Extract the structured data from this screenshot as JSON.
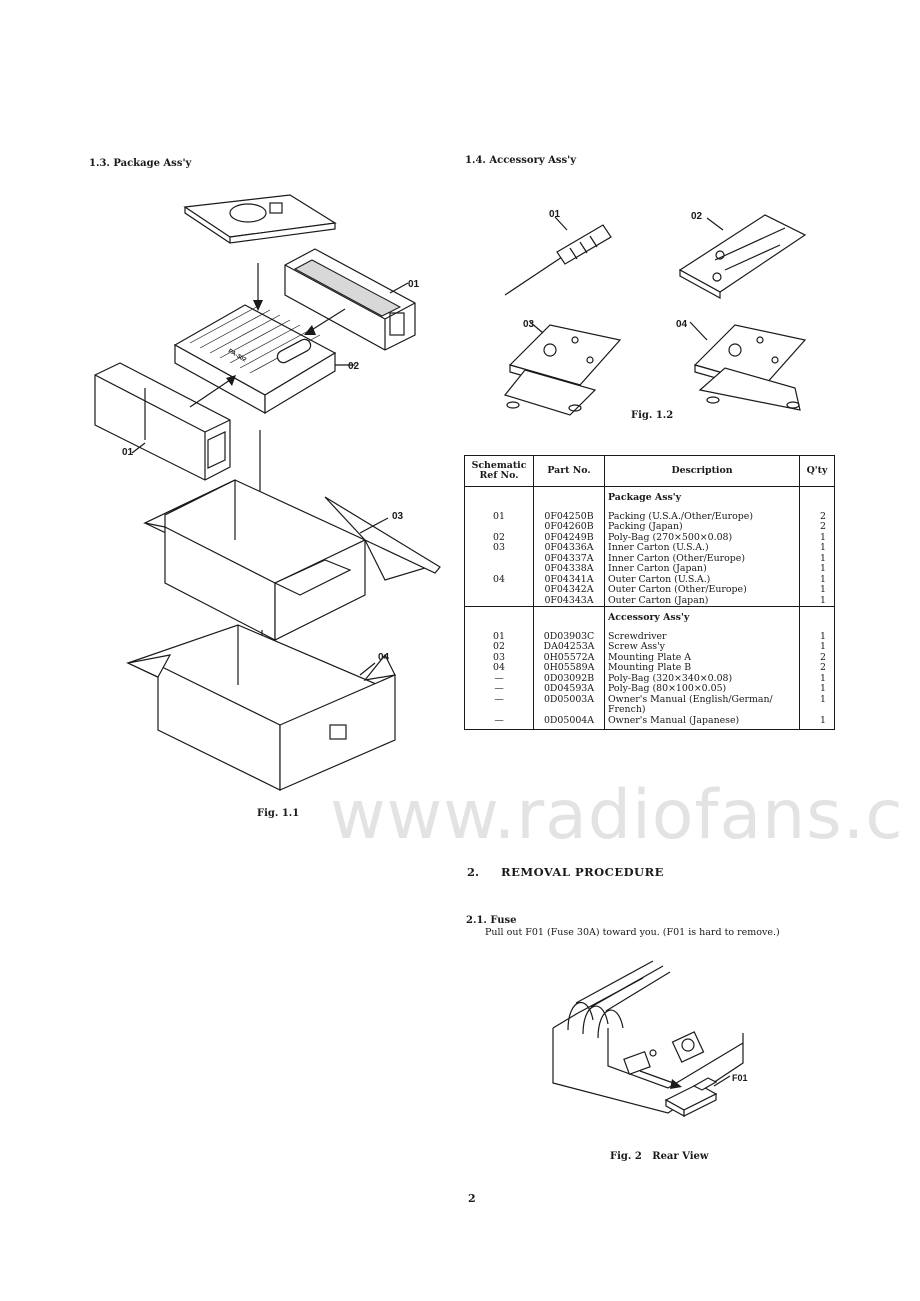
{
  "package_section": {
    "heading": "1.3. Package Ass'y",
    "figure_caption": "Fig. 1.1",
    "callouts": [
      "01",
      "02",
      "03",
      "04",
      "01"
    ],
    "unit_label": "PA-302"
  },
  "accessory_section": {
    "heading": "1.4. Accessory Ass'y",
    "figure_caption": "Fig. 1.2",
    "callouts": [
      "01",
      "02",
      "03",
      "04"
    ]
  },
  "parts_table": {
    "headers": [
      "Schematic Ref No.",
      "Part No.",
      "Description",
      "Q'ty"
    ],
    "groups": [
      {
        "title": "Package Ass'y",
        "rows": [
          {
            "ref": "01",
            "part": "0F04250B",
            "desc": "Packing (U.S.A./Other/Europe)",
            "qty": "2"
          },
          {
            "ref": "",
            "part": "0F04260B",
            "desc": "Packing (Japan)",
            "qty": "2"
          },
          {
            "ref": "02",
            "part": "0F04249B",
            "desc": "Poly-Bag (270×500×0.08)",
            "qty": "1"
          },
          {
            "ref": "03",
            "part": "0F04336A",
            "desc": "Inner Carton (U.S.A.)",
            "qty": "1"
          },
          {
            "ref": "",
            "part": "0F04337A",
            "desc": "Inner Carton (Other/Europe)",
            "qty": "1"
          },
          {
            "ref": "",
            "part": "0F04338A",
            "desc": "Inner Carton (Japan)",
            "qty": "1"
          },
          {
            "ref": "04",
            "part": "0F04341A",
            "desc": "Outer Carton (U.S.A.)",
            "qty": "1"
          },
          {
            "ref": "",
            "part": "0F04342A",
            "desc": "Outer Carton (Other/Europe)",
            "qty": "1"
          },
          {
            "ref": "",
            "part": "0F04343A",
            "desc": "Outer Carton (Japan)",
            "qty": "1"
          }
        ]
      },
      {
        "title": "Accessory Ass'y",
        "rows": [
          {
            "ref": "01",
            "part": "0D03903C",
            "desc": "Screwdriver",
            "qty": "1"
          },
          {
            "ref": "02",
            "part": "DA04253A",
            "desc": "Screw Ass'y",
            "qty": "1"
          },
          {
            "ref": "03",
            "part": "0H05572A",
            "desc": "Mounting Plate A",
            "qty": "2"
          },
          {
            "ref": "04",
            "part": "0H05589A",
            "desc": "Mounting Plate B",
            "qty": "2"
          },
          {
            "ref": "—",
            "part": "0D03092B",
            "desc": "Poly-Bag (320×340×0.08)",
            "qty": "1"
          },
          {
            "ref": "—",
            "part": "0D04593A",
            "desc": "Poly-Bag (80×100×0.05)",
            "qty": "1"
          },
          {
            "ref": "—",
            "part": "0D05003A",
            "desc": "Owner's Manual (English/German/ French)",
            "qty": "1"
          },
          {
            "ref": "—",
            "part": "0D05004A",
            "desc": "Owner's Manual (Japanese)",
            "qty": "1"
          }
        ]
      }
    ]
  },
  "watermark": "www.radiofans.c",
  "removal": {
    "heading_number": "2.",
    "heading_text": "REMOVAL PROCEDURE",
    "fuse_heading": "2.1. Fuse",
    "fuse_text": "Pull out F01 (Fuse 30A) toward you. (F01 is hard to remove.)",
    "fuse_callout": "F01",
    "figure_caption": "Fig. 2   Rear View"
  },
  "page_number": "2"
}
